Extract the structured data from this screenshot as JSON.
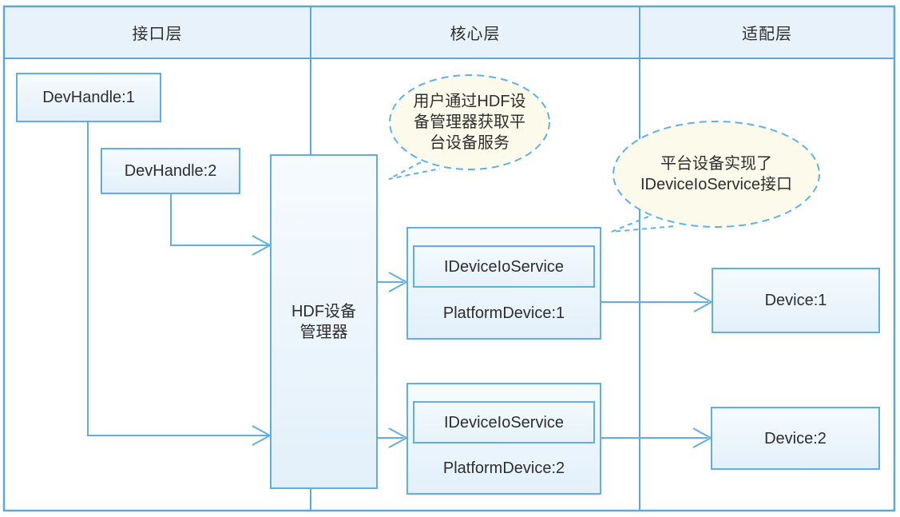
{
  "diagram": {
    "columns": [
      {
        "id": "interface",
        "label": "接口层"
      },
      {
        "id": "core",
        "label": "核心层"
      },
      {
        "id": "adapter",
        "label": "适配层"
      }
    ],
    "nodes": {
      "dev_handle_1": {
        "label": "DevHandle:1"
      },
      "dev_handle_2": {
        "label": "DevHandle:2"
      },
      "hdf_manager": {
        "label": "HDF设备管理器",
        "lines": [
          "HDF设备",
          "管理器"
        ]
      },
      "platform_device_1": {
        "interface_label": "IDeviceIoService",
        "label": "PlatformDevice:1"
      },
      "platform_device_2": {
        "interface_label": "IDeviceIoService",
        "label": "PlatformDevice:2"
      },
      "device_1": {
        "label": "Device:1"
      },
      "device_2": {
        "label": "Device:2"
      }
    },
    "callouts": {
      "callout_1": {
        "text": "用户通过HDF设备管理器获取平台设备服务",
        "lines": [
          "用户通过HDF设",
          "备管理器获取平",
          "台设备服务"
        ]
      },
      "callout_2": {
        "text": "平台设备实现了IDeviceIoService接口",
        "lines": [
          "平台设备实现了",
          "IDeviceIoService接口"
        ]
      }
    },
    "colors": {
      "line_blue": "#58a9de",
      "box_border_blue": "#5fafe4",
      "header_fill": "#e7f2fb",
      "box_fill_top": "#f6fbfe",
      "box_fill_bottom": "#e3f0fa",
      "callout_fill": "#fcfaeb",
      "callout_border": "#5fb2e8",
      "text_color": "#2e2e2e",
      "background": "#ffffff"
    }
  }
}
